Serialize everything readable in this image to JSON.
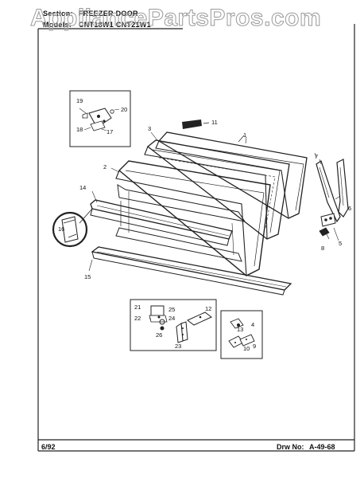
{
  "header": {
    "section_label": "Section:",
    "section_value": "FREEZER DOOR",
    "models_label": "Models:",
    "models_value": "CNT18W1  CNT21W1"
  },
  "watermark": "AppliancePartsPros.com",
  "footer": {
    "date": "6/92",
    "drawing_label": "Drw No:",
    "drawing_number": "A-49-68"
  },
  "callouts": {
    "c1": "1",
    "c2": "2",
    "c3": "3",
    "c4": "4",
    "c5": "5",
    "c6": "6",
    "c7": "7",
    "c8": "8",
    "c9": "9",
    "c10": "10",
    "c11": "11",
    "c12": "12",
    "c13": "13",
    "c14": "14",
    "c15": "15",
    "c16": "16",
    "c17": "17",
    "c18": "18",
    "c19": "19",
    "c20": "20",
    "c21": "21",
    "c22": "22",
    "c23": "23",
    "c24": "24",
    "c25": "25",
    "c26": "26"
  }
}
